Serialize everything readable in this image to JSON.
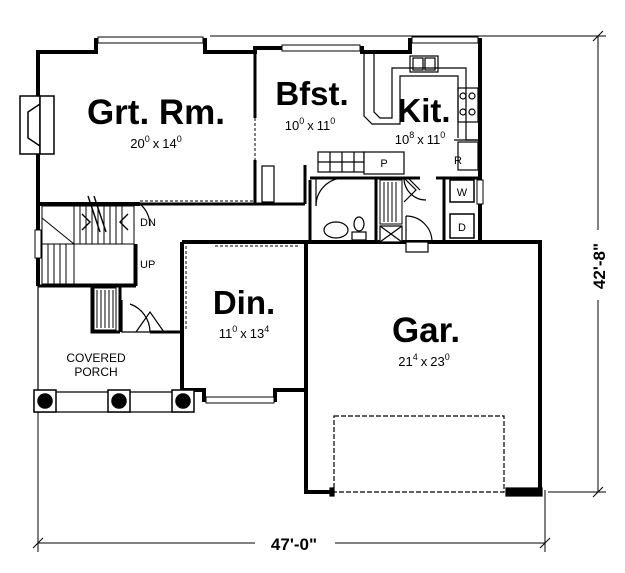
{
  "rooms": {
    "great_room": {
      "name": "Grt. Rm.",
      "w": "20",
      "w_sup": "0",
      "x": "x",
      "d": "14",
      "d_sup": "0"
    },
    "breakfast": {
      "name": "Bfst.",
      "w": "10",
      "w_sup": "0",
      "x": "x",
      "d": "11",
      "d_sup": "0"
    },
    "kitchen": {
      "name": "Kit.",
      "w": "10",
      "w_sup": "8",
      "x": "x",
      "d": "11",
      "d_sup": "0"
    },
    "dining": {
      "name": "Din.",
      "w": "11",
      "w_sup": "0",
      "x": "x",
      "d": "13",
      "d_sup": "4"
    },
    "garage": {
      "name": "Gar.",
      "w": "21",
      "w_sup": "4",
      "x": "x",
      "d": "23",
      "d_sup": "0"
    }
  },
  "porch": {
    "line1": "COVERED",
    "line2": "PORCH"
  },
  "stairs": {
    "down": "DN",
    "up": "UP"
  },
  "fixtures": {
    "pantry": "P",
    "refrigerator": "R",
    "washer": "W",
    "dryer": "D"
  },
  "dimensions": {
    "width": "47'-0\"",
    "depth": "42'-8\""
  }
}
